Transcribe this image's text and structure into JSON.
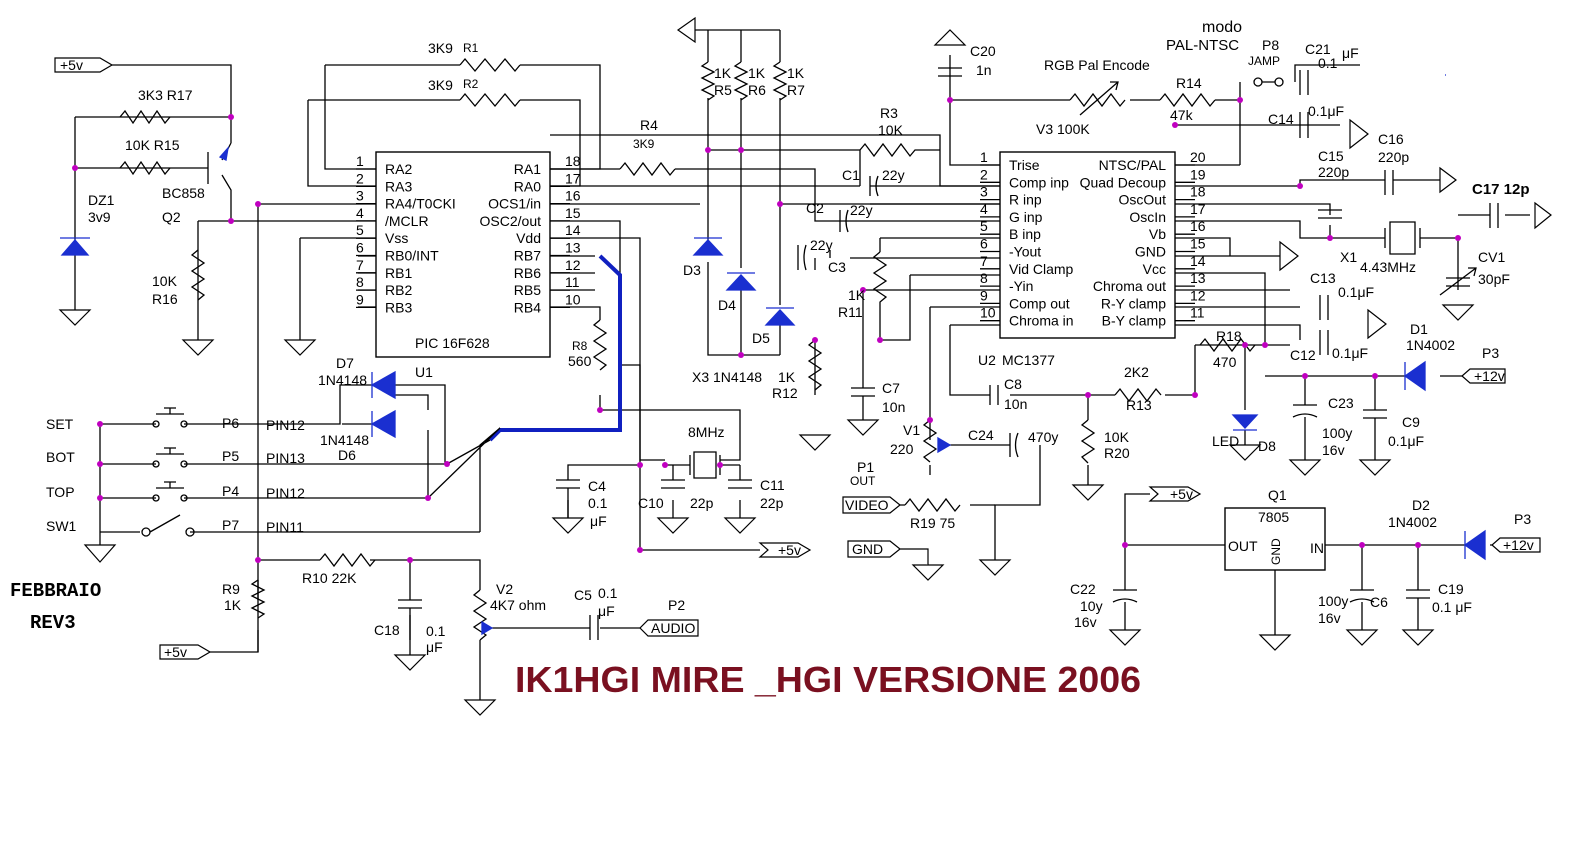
{
  "footer": {
    "date": "FEBBRAIO",
    "rev": "REV3",
    "title": "IK1HGI  MIRE _HGI VERSIONE 2006"
  },
  "mode": {
    "line1": "modo",
    "line2": "PAL-NTSC",
    "jumper": "P8",
    "jamp": "JAMP"
  },
  "u1": {
    "part": "PIC 16F628",
    "ref": "U1",
    "left_pins": [
      {
        "n": "1",
        "name": "RA2"
      },
      {
        "n": "2",
        "name": "RA3"
      },
      {
        "n": "3",
        "name": "RA4/T0CKI"
      },
      {
        "n": "4",
        "name": "/MCLR"
      },
      {
        "n": "5",
        "name": "Vss"
      },
      {
        "n": "6",
        "name": "RB0/INT"
      },
      {
        "n": "7",
        "name": "RB1"
      },
      {
        "n": "8",
        "name": "RB2"
      },
      {
        "n": "9",
        "name": "RB3"
      }
    ],
    "right_pins": [
      {
        "n": "18",
        "name": "RA1"
      },
      {
        "n": "17",
        "name": "RA0"
      },
      {
        "n": "16",
        "name": "OCS1/in"
      },
      {
        "n": "15",
        "name": "OSC2/out"
      },
      {
        "n": "14",
        "name": "Vdd"
      },
      {
        "n": "13",
        "name": "RB7"
      },
      {
        "n": "12",
        "name": "RB6"
      },
      {
        "n": "11",
        "name": "RB5"
      },
      {
        "n": "10",
        "name": "RB4"
      }
    ]
  },
  "u2": {
    "part": "MC1377",
    "ref": "U2",
    "left_pins": [
      {
        "n": "1",
        "name": "Trise"
      },
      {
        "n": "2",
        "name": "Comp inp"
      },
      {
        "n": "3",
        "name": "R inp"
      },
      {
        "n": "4",
        "name": "G inp"
      },
      {
        "n": "5",
        "name": "B inp"
      },
      {
        "n": "6",
        "name": "-Yout"
      },
      {
        "n": "7",
        "name": "Vid Clamp"
      },
      {
        "n": "8",
        "name": "-Yin"
      },
      {
        "n": "9",
        "name": "Comp out"
      },
      {
        "n": "10",
        "name": "Chroma in"
      }
    ],
    "right_pins": [
      {
        "n": "20",
        "name": "NTSC/PAL"
      },
      {
        "n": "19",
        "name": "Quad Decoup"
      },
      {
        "n": "18",
        "name": "OscOut"
      },
      {
        "n": "17",
        "name": "OscIn"
      },
      {
        "n": "16",
        "name": "Vb"
      },
      {
        "n": "15",
        "name": "GND"
      },
      {
        "n": "14",
        "name": "Vcc"
      },
      {
        "n": "13",
        "name": "Chroma out"
      },
      {
        "n": "12",
        "name": "R-Y clamp"
      },
      {
        "n": "11",
        "name": "B-Y clamp"
      }
    ]
  },
  "regulator": {
    "ref": "Q1",
    "part": "7805",
    "out": "OUT",
    "gnd": "GND",
    "in": "IN"
  },
  "ports": {
    "p5v_top": "+5v",
    "p5v_mid": "+5v",
    "p5v_bot": "+5v",
    "p5v_reg": "+5v",
    "p12v_1": "+12v",
    "p12v_2": "+12v",
    "video": "VIDEO",
    "gnd": "GND",
    "audio": "AUDIO"
  },
  "switches": [
    {
      "name": "SET",
      "ref": "P6",
      "pin": "PIN12"
    },
    {
      "name": "BOT",
      "ref": "P5",
      "pin": "PIN13"
    },
    {
      "name": "TOP",
      "ref": "P4",
      "pin": "PIN12"
    },
    {
      "name": "SW1",
      "ref": "P7",
      "pin": "PIN11"
    }
  ],
  "labels": {
    "r17": "3K3 R17",
    "r15": "10K R15",
    "q2a": "BC858",
    "q2b": "Q2",
    "dz1a": "DZ1",
    "dz1b": "3v9",
    "r16a": "10K",
    "r16b": "R16",
    "r1v": "3K9",
    "r1r": "R1",
    "r2v": "3K9",
    "r2r": "R2",
    "r4r": "R4",
    "r4v": "3K9",
    "r5v": "1K",
    "r5r": "R5",
    "r6v": "1K",
    "r6r": "R6",
    "r7v": "1K",
    "r7r": "R7",
    "d3": "D3",
    "d4": "D4",
    "d5": "D5",
    "x3": "X3 1N4148",
    "r8r": "R8",
    "r8v": "560",
    "d7a": "D7",
    "d7b": "1N4148",
    "d6a": "1N4148",
    "d6b": "D6",
    "c4a": "C4",
    "c4b": "0.1",
    "c4c": "μF",
    "x8": "8MHz",
    "c10a": "C10",
    "c10b": "22p",
    "c11a": "C11",
    "c11b": "22p",
    "r9a": "R9",
    "r9b": "1K",
    "r10": "R10 22K",
    "c18a": "C18",
    "c18b": "0.1",
    "c18c": "μF",
    "v2a": "V2",
    "v2b": "4K7 ohm",
    "c5a": "C5",
    "c5b": "0.1",
    "c5c": "μF",
    "p2": "P2",
    "r3r": "R3",
    "r3v": "10K",
    "c1a": "C1",
    "c1b": "22y",
    "c2a": "C2",
    "c2b": "22y",
    "c3a": "22y",
    "c3b": "C3",
    "r11a": "1K",
    "r11b": "R11",
    "r12a": "1K",
    "r12b": "R12",
    "c7a": "C7",
    "c7b": "10n",
    "c20a": "C20",
    "c20b": "1n",
    "rgb": "RGB Pal Encode",
    "v3": "V3  100K",
    "r14a": "R14",
    "r14b": "47k",
    "c21a": "C21",
    "c21b": "0.1",
    "c21c": "μF",
    "c21d": "0.1μF",
    "c14": "C14",
    "c16a": "C16",
    "c16b": "220p",
    "c15a": "C15",
    "c15b": "220p",
    "c17": "C17 12p",
    "x1a": "X1",
    "x1b": "4.43MHz",
    "cv1a": "CV1",
    "cv1b": "30pF",
    "c13a": "C13",
    "c13b": "0.1μF",
    "c12a": "C12",
    "c12b": "0.1μF",
    "r18a": "R18",
    "r18b": "470",
    "d1a": "D1",
    "d1b": "1N4002",
    "p3a": "P3",
    "led": "LED",
    "d8": "D8",
    "c23a": "C23",
    "c23b": "100y",
    "c23c": "16v",
    "c9a": "C9",
    "c9b": "0.1μF",
    "c8a": "C8",
    "c8b": "10n",
    "r13a": "2K2",
    "r13b": "R13",
    "r20a": "10K",
    "r20b": "R20",
    "v1a": "V1",
    "v1b": "220",
    "c24a": "C24",
    "c24b": "470y",
    "p1a": "P1",
    "p1b": "OUT",
    "r19": "R19  75",
    "c22a": "C22",
    "c22b": "10y",
    "c22c": "16v",
    "d2a": "D2",
    "d2b": "1N4002",
    "p3b": "P3",
    "c6a": "100y",
    "c6b": "16v",
    "c6c": "C6",
    "c19a": "C19",
    "c19b": "0.1 μF"
  }
}
